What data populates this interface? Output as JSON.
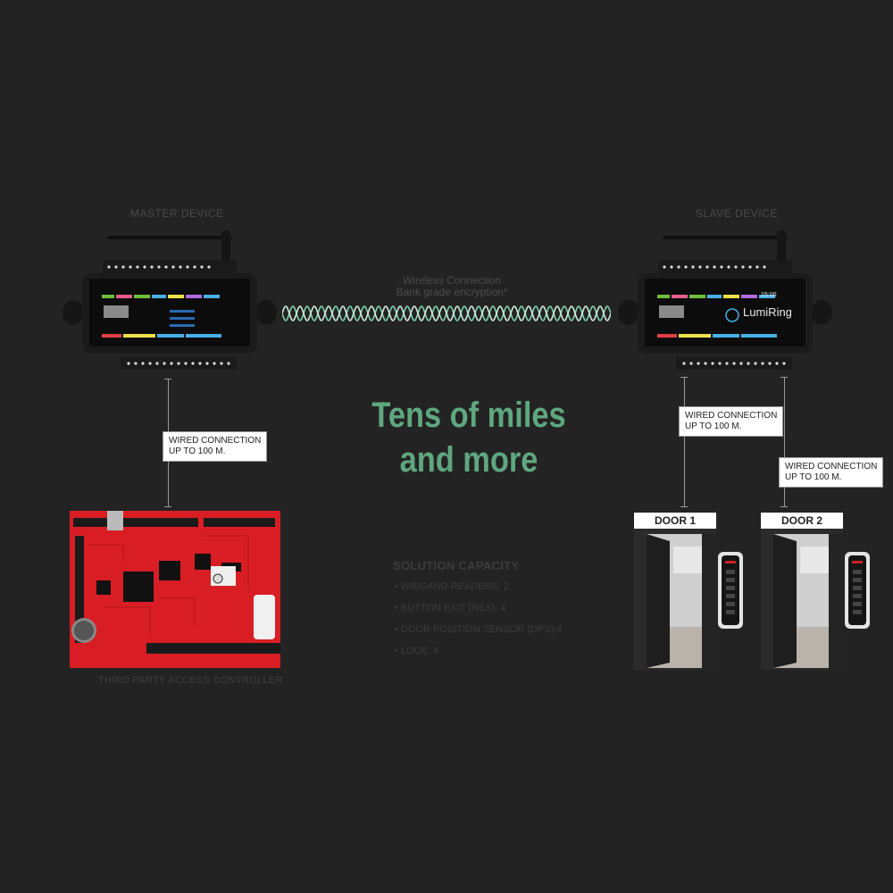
{
  "master": {
    "title": "MASTER DEVICE"
  },
  "slave": {
    "title": "SLAVE DEVICE",
    "brand": "LumiRing",
    "clock": "15:00"
  },
  "wireless": {
    "line1": "Wireless Connection",
    "line2": "Bank grade encryption*"
  },
  "headline": {
    "line1": "Tens of miles",
    "line2": "and more"
  },
  "wired_labels": [
    {
      "line1": "WIRED CONNECTION",
      "line2": "UP TO 100 m."
    },
    {
      "line1": "WIRED CONNECTION",
      "line2": "UP TO 100 m."
    },
    {
      "line1": "WIRED CONNECTION",
      "line2": "UP TO 100 m."
    }
  ],
  "capacity": {
    "title": "SOLUTION CAPACITY",
    "items": [
      "WIEGAND READERS: 2",
      "BUTTON EXIT (REX): 4",
      "DOOR POSITION SENSOR (DPS):4",
      "LOCK: 4"
    ]
  },
  "controller": {
    "caption": "THIRD PARTY ACCESS CONTROLLER"
  },
  "doors": [
    {
      "label": "DOOR 1"
    },
    {
      "label": "DOOR 2"
    }
  ],
  "colors": {
    "headline": "#5fa77f",
    "background": "#232323",
    "board": "#d81e24"
  }
}
